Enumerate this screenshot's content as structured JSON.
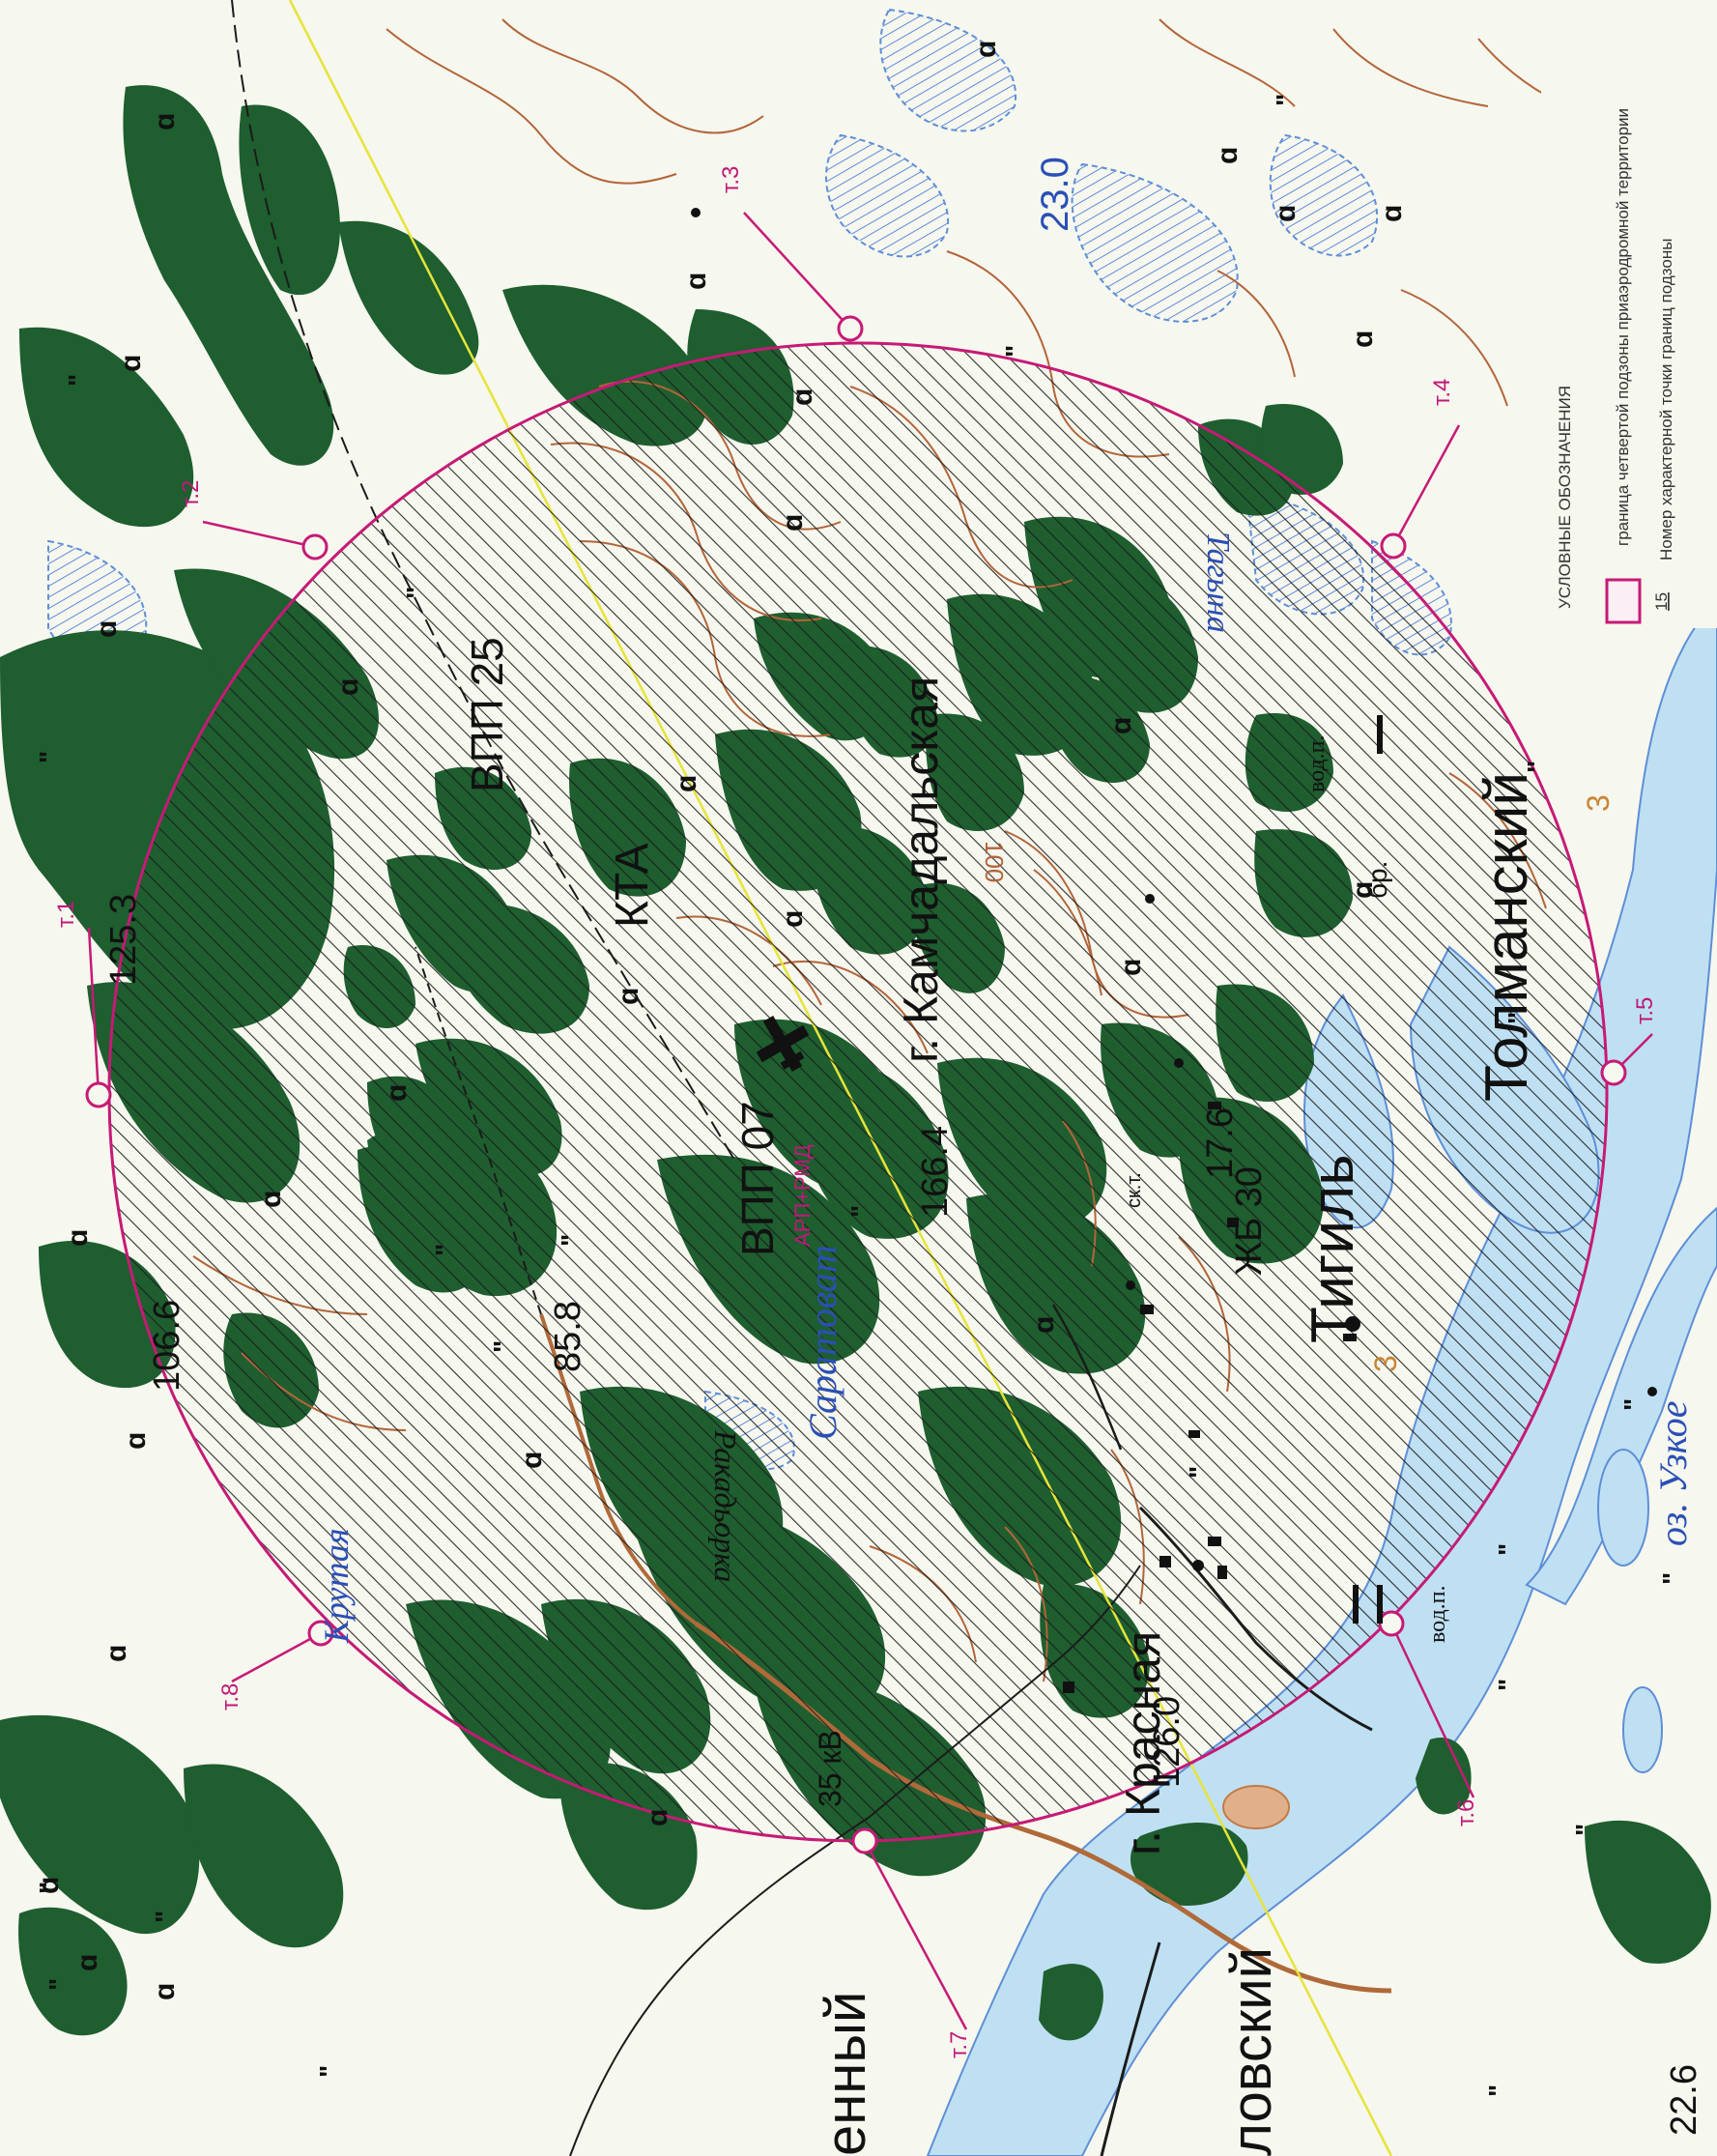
{
  "map": {
    "towns": [
      {
        "text": "Тигиль"
      },
      {
        "text": "Толманский"
      },
      {
        "text": "ловский"
      },
      {
        "text": "енный"
      }
    ],
    "mountains": [
      {
        "text": "г. Камчадальская"
      },
      {
        "text": "г. Красная"
      }
    ],
    "elevations": [
      "125.3",
      "106.6",
      "85.8",
      "166.4",
      "126.0",
      "17.6",
      "22.6",
      "23.0"
    ],
    "runways": [
      {
        "text": "ВПП 25"
      },
      {
        "text": "ВПП 07"
      }
    ],
    "facilities": [
      {
        "text": "КТА"
      },
      {
        "text": "АРП+РМД"
      },
      {
        "text": "ЖБ 30"
      },
      {
        "text": "35 кВ"
      },
      {
        "text": "вод.п."
      },
      {
        "text": "вод.п."
      },
      {
        "text": "бр."
      },
      {
        "text": "ск.т."
      }
    ],
    "water_names": [
      {
        "text": "Саратоват"
      },
      {
        "text": "Крутая"
      },
      {
        "text": "Тагына"
      },
      {
        "text": "оз. Узкое"
      },
      {
        "text": "Ракадьорка"
      }
    ],
    "contour_value": "100",
    "boundary_points": [
      "т.1",
      "т.2",
      "т.3",
      "т.4",
      "т.5",
      "т.6",
      "т.7",
      "т.8"
    ],
    "river_marks": [
      "3",
      "3"
    ]
  },
  "legend": {
    "title": "УСЛОВНЫЕ ОБОЗНАЧЕНИЯ",
    "item1": "граница четвертой подзоны приаэродромной территории",
    "item2_sample": "15",
    "item2": "Номер характерной точки границ подзоны"
  },
  "colors": {
    "forest": "#1e5e2f",
    "water": "#bfe0f3",
    "boundary": "#c61a76",
    "contour": "#b2653a",
    "paper": "#f6f7ee"
  }
}
